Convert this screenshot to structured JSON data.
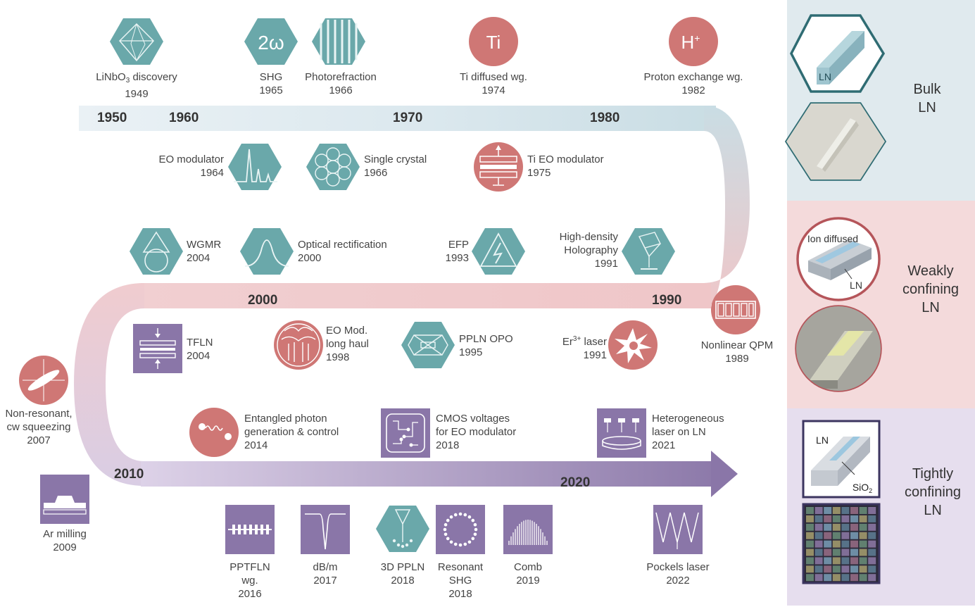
{
  "years": [
    "1950",
    "1960",
    "1970",
    "1980",
    "1990",
    "2000",
    "2010",
    "2020"
  ],
  "milestones": {
    "linbo3": {
      "name_main": "LiNbO",
      "name_sub": "3",
      "name_rest": " discovery",
      "year": "1949"
    },
    "shg": {
      "icon_text": "2ω",
      "name": "SHG",
      "year": "1965"
    },
    "photorefraction": {
      "name": "Photorefraction",
      "year": "1966"
    },
    "ti_diffused": {
      "icon_text": "Ti",
      "name": "Ti diffused wg.",
      "year": "1974"
    },
    "proton": {
      "icon_main": "H",
      "icon_sup": "+",
      "name": "Proton exchange wg.",
      "year": "1982"
    },
    "eo_mod": {
      "name": "EO modulator",
      "year": "1964"
    },
    "single_crystal": {
      "name": "Single crystal",
      "year": "1966"
    },
    "ti_eo": {
      "name": "Ti EO modulator",
      "year": "1975"
    },
    "wgmr": {
      "name": "WGMR",
      "year": "2004"
    },
    "opt_rect": {
      "name": "Optical rectification",
      "year": "2000"
    },
    "efp": {
      "name": "EFP",
      "year": "1993"
    },
    "holography": {
      "line1": "High-density",
      "line2": "Holography",
      "year": "1991"
    },
    "nonlinear_qpm": {
      "name": "Nonlinear QPM",
      "year": "1989"
    },
    "er_laser": {
      "name_main": "Er",
      "name_sup": "3+",
      "name_rest": " laser",
      "year": "1991"
    },
    "ppln_opo": {
      "name": "PPLN OPO",
      "year": "1995"
    },
    "eo_long": {
      "line1": "EO Mod.",
      "line2": "long haul",
      "year": "1998"
    },
    "tfln": {
      "name": "TFLN",
      "year": "2004"
    },
    "squeezing": {
      "line1": "Non-resonant,",
      "line2": "cw squeezing",
      "year": "2007"
    },
    "entangled": {
      "line1": "Entangled photon",
      "line2": "generation & control",
      "year": "2014"
    },
    "cmos": {
      "line1": "CMOS voltages",
      "line2": "for EO modulator",
      "year": "2018"
    },
    "hetero": {
      "line1": "Heterogeneous",
      "line2": "laser on LN",
      "year": "2021"
    },
    "ar_milling": {
      "name": "Ar milling",
      "year": "2009"
    },
    "pptfln": {
      "line1": "PPTFLN",
      "line2": "wg.",
      "year": "2016"
    },
    "dbm": {
      "name": "dB/m",
      "year": "2017"
    },
    "ppln3d": {
      "name": "3D PPLN",
      "year": "2018"
    },
    "res_shg": {
      "line1": "Resonant",
      "line2": "SHG",
      "year": "2018"
    },
    "comb": {
      "name": "Comb",
      "year": "2019"
    },
    "pockels": {
      "name": "Pockels laser",
      "year": "2022"
    }
  },
  "side_panel": {
    "bulk": {
      "line1": "Bulk",
      "line2": "LN",
      "inset_label": "LN"
    },
    "weak": {
      "line1": "Weakly",
      "line2": "confining",
      "line3": "LN",
      "inset_label_top": "Ion diffused",
      "inset_label_bottom": "LN"
    },
    "tight": {
      "line1": "Tightly",
      "line2": "confining",
      "line3": "LN",
      "inset_label_ln": "LN",
      "inset_label_sio_main": "SiO",
      "inset_label_sio_sub": "2"
    }
  },
  "colors": {
    "teal": "#6aa8aa",
    "teal_dark": "#3d7f82",
    "salmon": "#cf7775",
    "salmon_dark": "#a84c4c",
    "purple": "#8a76a8",
    "purple_dark": "#5f4d80",
    "band_bulk": "#dfeaf0",
    "band_weak": "#f3d9db",
    "band_tight": "#e3dcec"
  }
}
